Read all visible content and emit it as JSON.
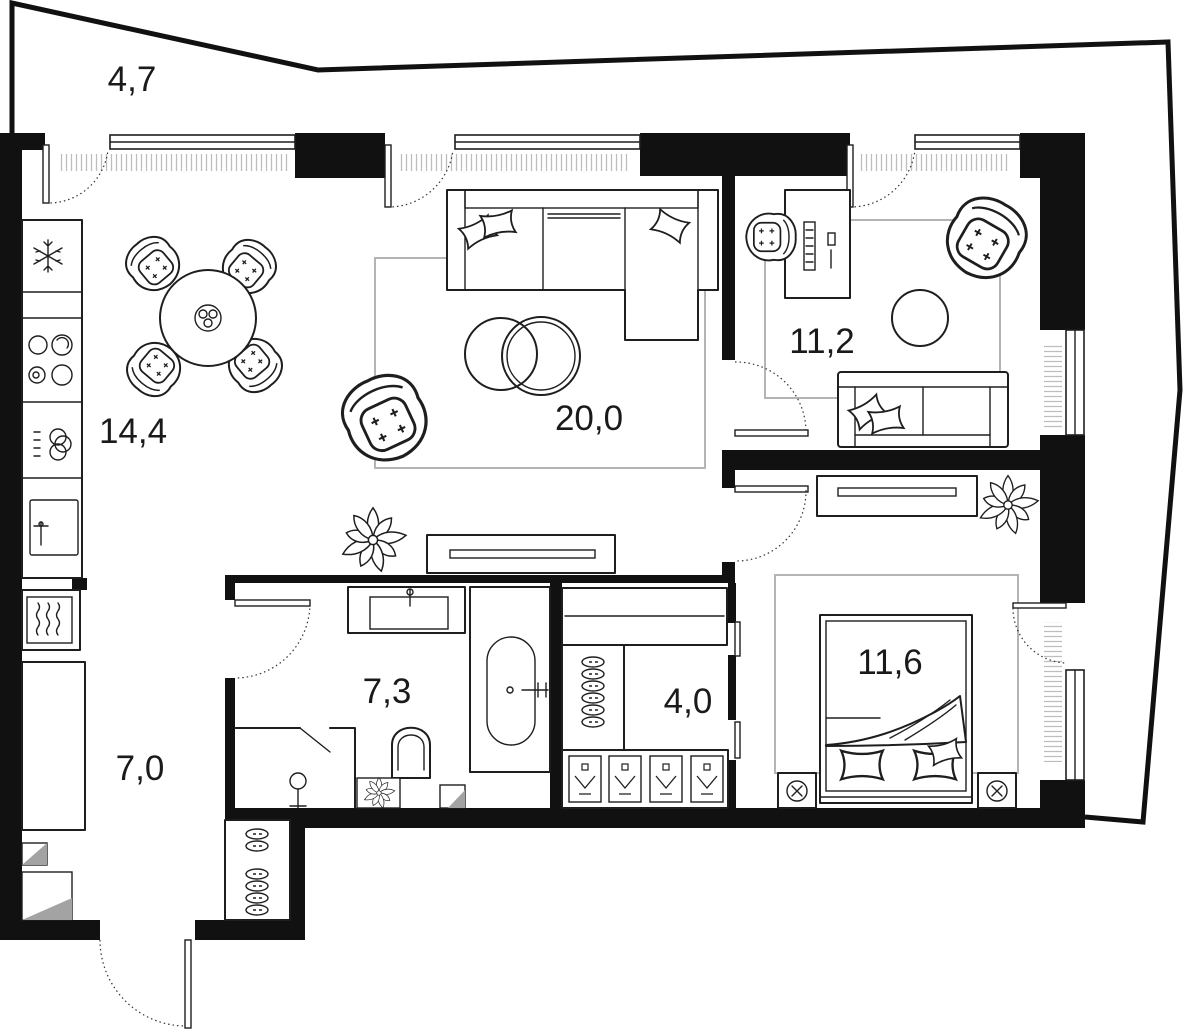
{
  "rooms": {
    "terrace": {
      "area": "4,7"
    },
    "kitchen_dining": {
      "area": "14,4"
    },
    "living_room": {
      "area": "20,0"
    },
    "study": {
      "area": "11,2"
    },
    "bedroom": {
      "area": "11,6"
    },
    "bathroom": {
      "area": "7,3"
    },
    "closet": {
      "area": "4,0"
    },
    "hallway": {
      "area": "7,0"
    }
  },
  "colors": {
    "wall": "#111111",
    "line": "#1e1e1e",
    "rug": "#b4b4b4",
    "radiator": "#bdbdbd",
    "shaft": "#a3a3a3",
    "background": "#ffffff"
  }
}
